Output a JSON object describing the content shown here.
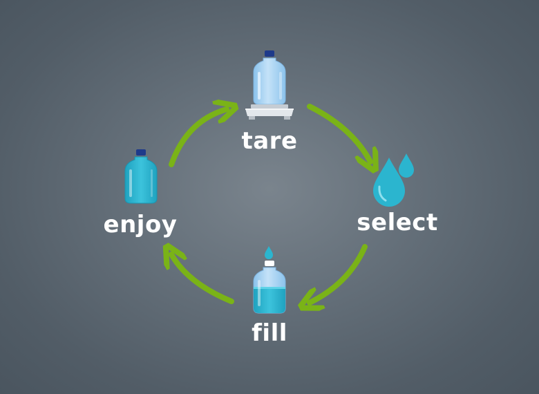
{
  "diagram": {
    "type": "cycle",
    "steps": [
      {
        "id": "tare",
        "label": "tare",
        "icon": "bottle-on-scale-icon"
      },
      {
        "id": "select",
        "label": "select",
        "icon": "water-drops-icon"
      },
      {
        "id": "fill",
        "label": "fill",
        "icon": "filling-bottle-icon"
      },
      {
        "id": "enjoy",
        "label": "enjoy",
        "icon": "full-bottle-icon"
      }
    ],
    "colors": {
      "arrow": "#7ab317",
      "water": "#2bb5cf",
      "bottle_empty": "#a9d3f2",
      "cap": "#1e3a8a",
      "scale": "#d8dde2",
      "label": "#ffffff"
    }
  }
}
